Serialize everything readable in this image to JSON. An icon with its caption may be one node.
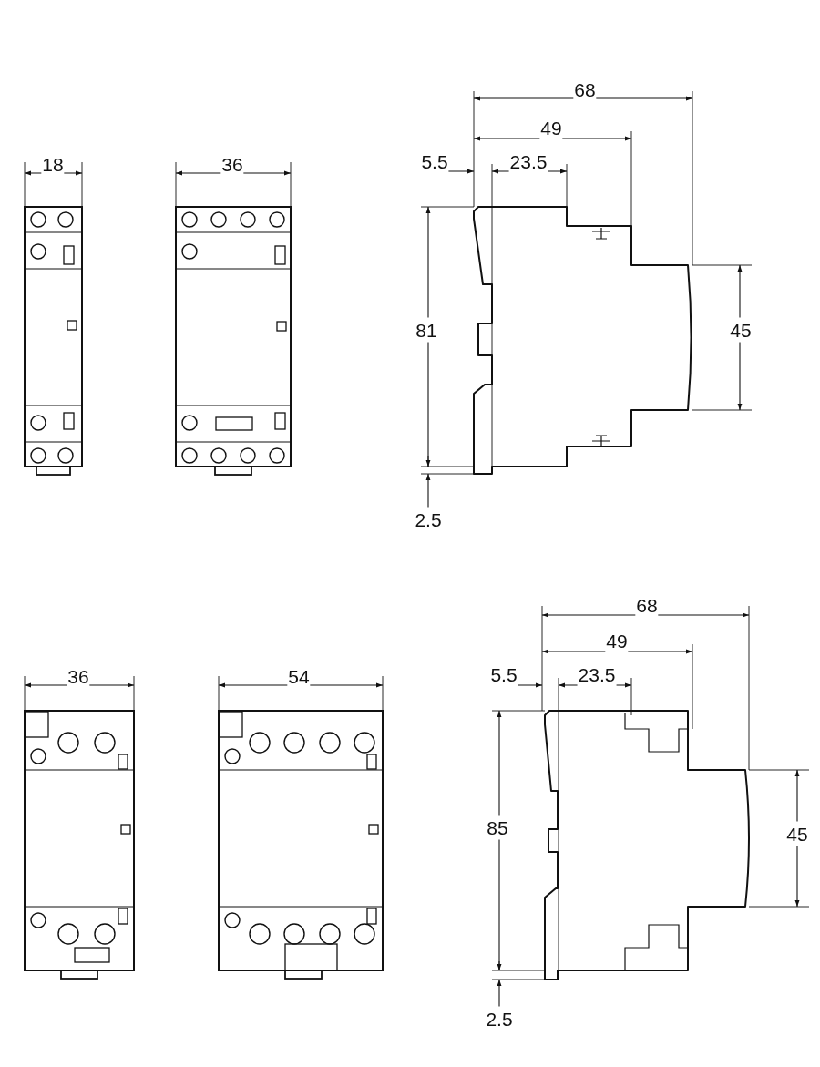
{
  "diagram": {
    "labels": [
      "18",
      "36",
      "68",
      "49",
      "5.5",
      "23.5",
      "81",
      "45",
      "2.5",
      "36",
      "54",
      "68",
      "49",
      "5.5",
      "23.5",
      "85",
      "45",
      "2.5"
    ]
  }
}
